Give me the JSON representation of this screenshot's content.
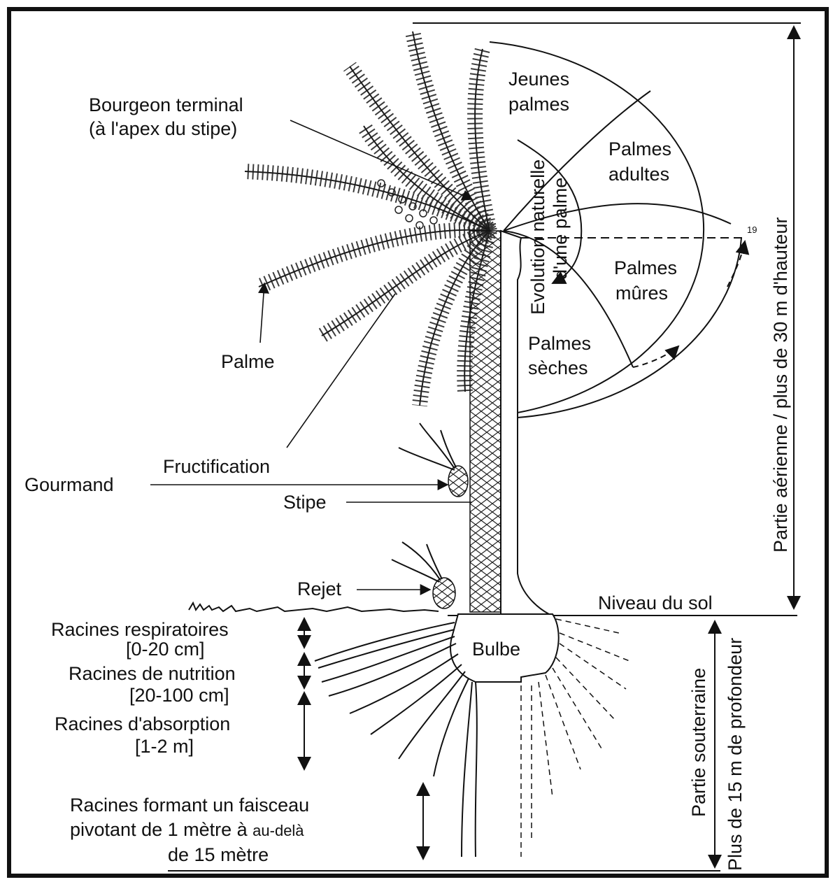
{
  "labels": {
    "bourgeon_1": "Bourgeon terminal",
    "bourgeon_2": "(à l'apex du stipe)",
    "jeunes_1": "Jeunes",
    "jeunes_2": "palmes",
    "adultes_1": "Palmes",
    "adultes_2": "adultes",
    "mures_1": "Palmes",
    "mures_2": "mûres",
    "seches_1": "Palmes",
    "seches_2": "sèches",
    "evolution_1": "Evolution naturelle",
    "evolution_2": "d'une palme",
    "palme": "Palme",
    "fructification": "Fructification",
    "gourmand": "Gourmand",
    "stipe": "Stipe",
    "rejet": "Rejet",
    "niveau_sol": "Niveau du sol",
    "bulbe": "Bulbe",
    "r_resp_1": "Racines respiratoires",
    "r_resp_2": "[0-20 cm]",
    "r_nut_1": "Racines de nutrition",
    "r_nut_2": "[20-100 cm]",
    "r_abs_1": "Racines d'absorption",
    "r_abs_2": "[1-2 m]",
    "r_fais_1": "Racines formant un faisceau",
    "r_fais_2a": "pivotant de 1 mètre à ",
    "r_fais_2b": "au-delà",
    "r_fais_3": "de 15 mètre",
    "aerienne": "Partie aérienne / plus de 30 m d'hauteur",
    "sout_1": "Partie souterraine",
    "sout_2": "Plus de 15 m de profondeur",
    "mark_19": "19"
  }
}
